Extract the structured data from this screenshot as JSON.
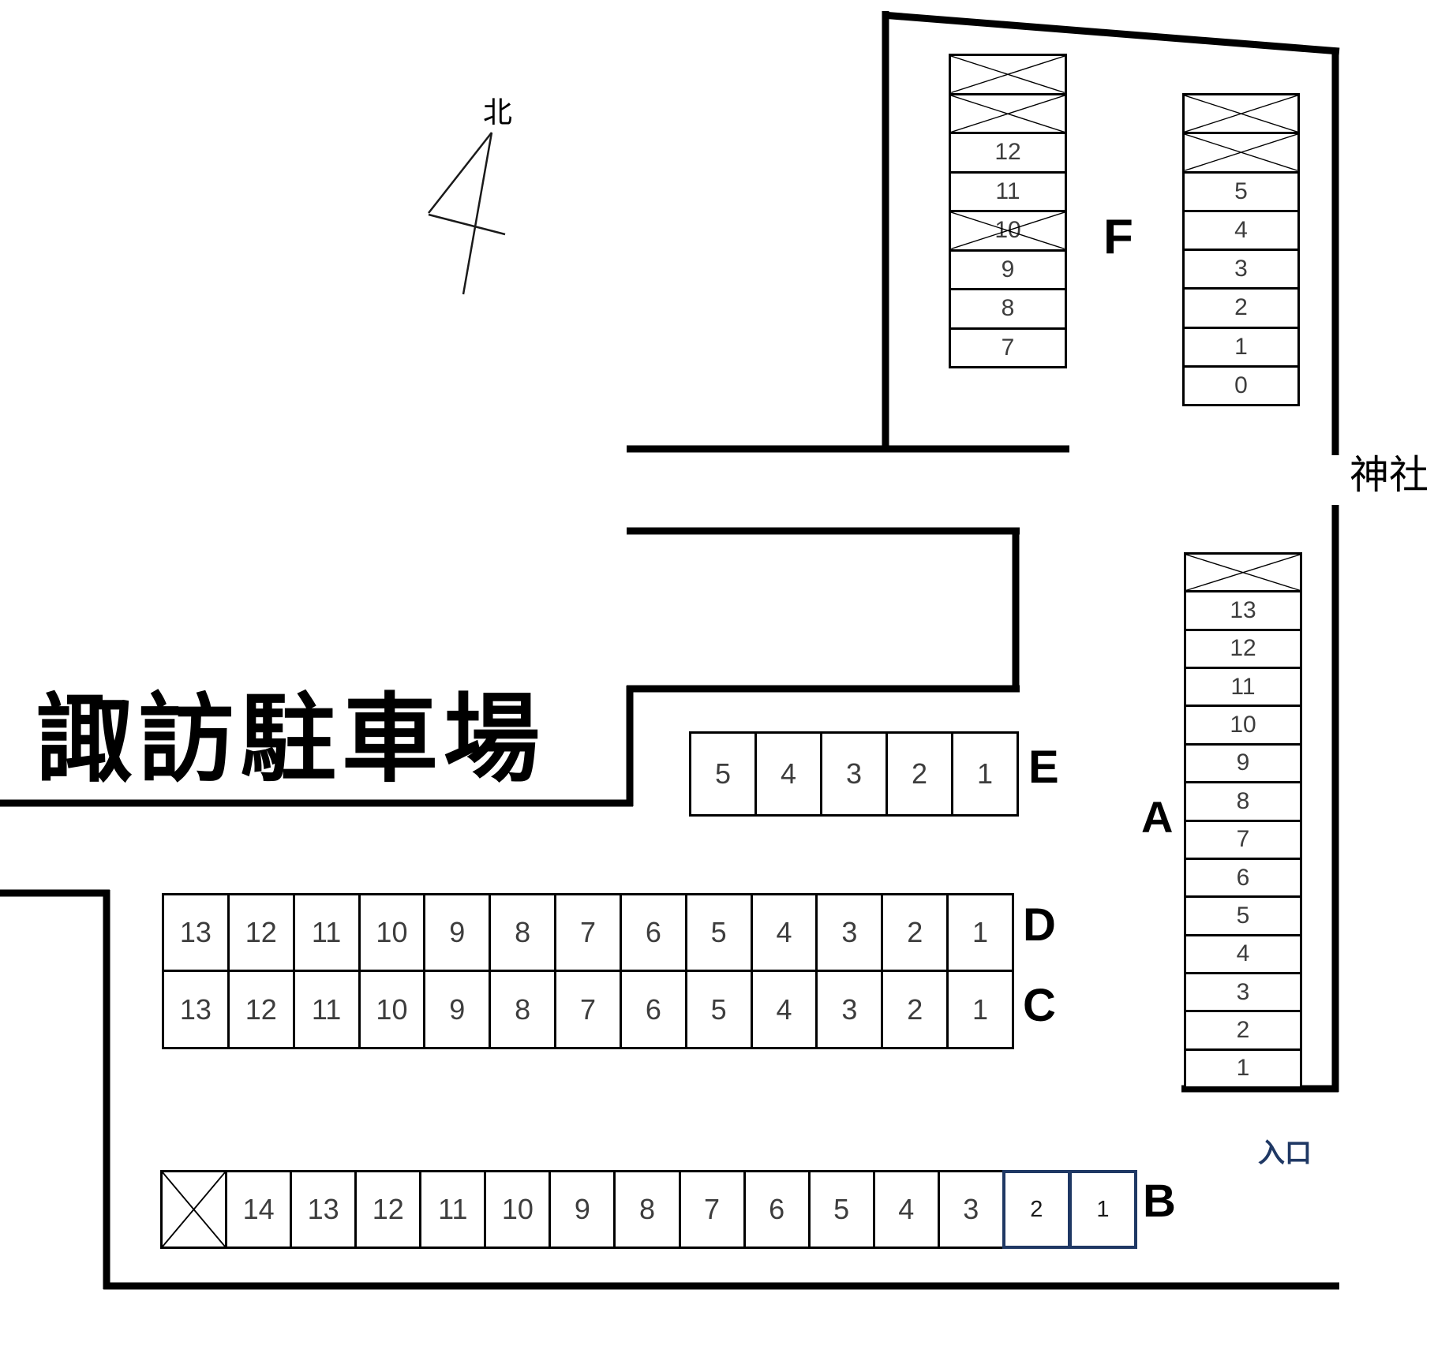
{
  "title": "諏訪駐車場",
  "compass": {
    "north_label": "北"
  },
  "landmarks": {
    "shrine": "神社",
    "entrance": "入口"
  },
  "colors": {
    "line": "#000000",
    "accent_blue": "#1f3864",
    "number_gray": "#3d3d3d"
  },
  "sections": [
    {
      "id": "F_left",
      "label": "",
      "cells": [
        {
          "n": "",
          "crossed": true
        },
        {
          "n": "",
          "crossed": true
        },
        {
          "n": "12"
        },
        {
          "n": "11"
        },
        {
          "n": "10",
          "crossed": true
        },
        {
          "n": "9"
        },
        {
          "n": "8"
        },
        {
          "n": "7"
        }
      ]
    },
    {
      "id": "F_right",
      "label": "F",
      "cells": [
        {
          "n": "",
          "crossed": true
        },
        {
          "n": "",
          "crossed": true
        },
        {
          "n": "5"
        },
        {
          "n": "4"
        },
        {
          "n": "3"
        },
        {
          "n": "2"
        },
        {
          "n": "1"
        },
        {
          "n": "0"
        }
      ]
    },
    {
      "id": "A",
      "label": "A",
      "cells": [
        {
          "n": "",
          "crossed": true
        },
        {
          "n": "13"
        },
        {
          "n": "12"
        },
        {
          "n": "11"
        },
        {
          "n": "10"
        },
        {
          "n": "9"
        },
        {
          "n": "8"
        },
        {
          "n": "7"
        },
        {
          "n": "6"
        },
        {
          "n": "5"
        },
        {
          "n": "4"
        },
        {
          "n": "3"
        },
        {
          "n": "2"
        },
        {
          "n": "1"
        }
      ]
    },
    {
      "id": "E",
      "label": "E",
      "cells": [
        {
          "n": "5"
        },
        {
          "n": "4"
        },
        {
          "n": "3"
        },
        {
          "n": "2"
        },
        {
          "n": "1"
        }
      ]
    },
    {
      "id": "D",
      "label": "D",
      "cells": [
        {
          "n": "13"
        },
        {
          "n": "12"
        },
        {
          "n": "11"
        },
        {
          "n": "10"
        },
        {
          "n": "9"
        },
        {
          "n": "8"
        },
        {
          "n": "7"
        },
        {
          "n": "6"
        },
        {
          "n": "5"
        },
        {
          "n": "4"
        },
        {
          "n": "3"
        },
        {
          "n": "2"
        },
        {
          "n": "1"
        }
      ]
    },
    {
      "id": "C",
      "label": "C",
      "cells": [
        {
          "n": "13"
        },
        {
          "n": "12"
        },
        {
          "n": "11"
        },
        {
          "n": "10"
        },
        {
          "n": "9"
        },
        {
          "n": "8"
        },
        {
          "n": "7"
        },
        {
          "n": "6"
        },
        {
          "n": "5"
        },
        {
          "n": "4"
        },
        {
          "n": "3"
        },
        {
          "n": "2"
        },
        {
          "n": "1"
        }
      ]
    },
    {
      "id": "B",
      "label": "B",
      "cells": [
        {
          "n": "",
          "crossed": true
        },
        {
          "n": "14"
        },
        {
          "n": "13"
        },
        {
          "n": "12"
        },
        {
          "n": "11"
        },
        {
          "n": "10"
        },
        {
          "n": "9"
        },
        {
          "n": "8"
        },
        {
          "n": "7"
        },
        {
          "n": "6"
        },
        {
          "n": "5"
        },
        {
          "n": "4"
        },
        {
          "n": "3"
        },
        {
          "n": "2",
          "highlight": true
        },
        {
          "n": "1",
          "highlight": true
        }
      ]
    }
  ]
}
